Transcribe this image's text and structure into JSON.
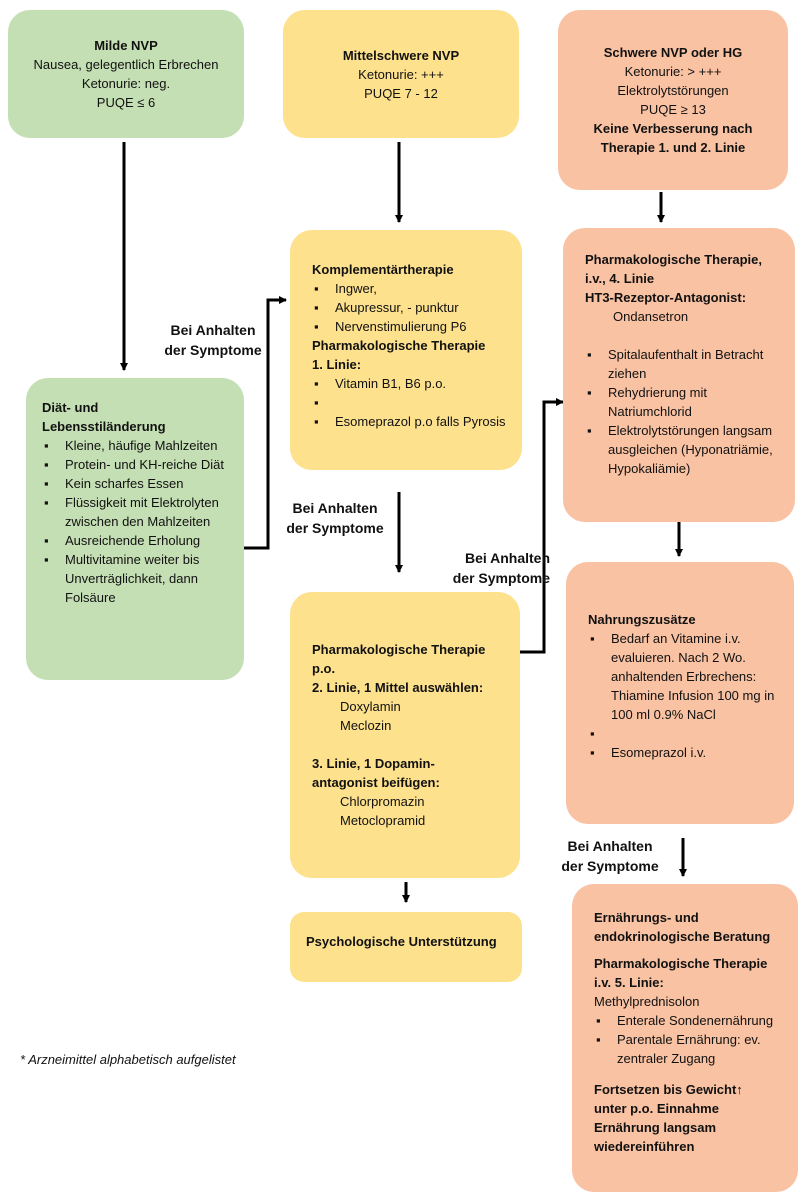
{
  "mild": {
    "title": "Milde NVP",
    "lines": [
      "Nausea, gelegentlich Erbrechen",
      "Ketonurie: neg.",
      "PUQE ≤ 6"
    ]
  },
  "moderate": {
    "title": "Mittelschwere NVP",
    "lines": [
      "Ketonurie: +++",
      "PUQE 7 - 12"
    ]
  },
  "severe": {
    "title": "Schwere NVP oder HG",
    "lines": [
      "Ketonurie: > +++",
      "Elektrolytstörungen",
      "PUQE ≥ 13"
    ],
    "bold_line1": "Keine Verbesserung nach",
    "bold_line2": "Therapie 1. und 2. Linie"
  },
  "diet": {
    "title1": "Diät- und",
    "title2": "Lebensstiländerung",
    "items": [
      "Kleine, häufige Mahlzeiten",
      "Protein- und KH-reiche Diät",
      "Kein scharfes Essen",
      "Flüssigkeit mit Elektrolyten zwischen den Mahlzeiten",
      "Ausreichende Erholung",
      "Multivitamine weiter bis Unverträglichkeit, dann Folsäure"
    ]
  },
  "complement": {
    "title": "Komplementärtherapie",
    "items": [
      "Ingwer,",
      "Akupressur, - punktur",
      "Nervenstimulierung P6"
    ],
    "pharma_title1": "Pharmakologische Therapie",
    "pharma_title2": "1. Linie:",
    "pharma_items": [
      "Vitamin B1, B6 p.o.",
      "Esomeprazol p.o falls Pyrosis"
    ]
  },
  "pharma_po": {
    "title1": "Pharmakologische Therapie",
    "title2": "p.o.",
    "line2_title": "2. Linie, 1 Mittel auswählen:",
    "line2_items": [
      "Doxylamin",
      "Meclozin"
    ],
    "line3_title1": "3. Linie, 1 Dopamin-",
    "line3_title2": "antagonist beifügen:",
    "line3_items": [
      "Chlorpromazin",
      "Metoclopramid"
    ]
  },
  "psych": {
    "label": "Psychologische Unterstützung"
  },
  "iv4": {
    "title1": "Pharmakologische Therapie,",
    "title2": "i.v., 4. Linie",
    "title3": "HT3-Rezeptor-Antagonist:",
    "drug": "Ondansetron",
    "items": [
      "Spitalaufenthalt in Betracht ziehen",
      "Rehydrierung mit Natriumchlorid",
      "Elektrolytstörungen langsam ausgleichen (Hyponatriämie, Hypokaliämie)"
    ]
  },
  "supplements": {
    "title": "Nahrungszusätze",
    "items": [
      "Bedarf an Vitamine i.v. evaluieren. Nach 2 Wo. anhaltenden Erbrechens: Thiamine Infusion 100 mg in 100 ml 0.9% NaCl",
      "Esomeprazol i.v."
    ]
  },
  "nutrition": {
    "title1": "Ernährungs- und",
    "title2": "endokrinologische Beratung",
    "pharma1": "Pharmakologische Therapie",
    "pharma2": "i.v. 5. Linie:",
    "drug": "Methylprednisolon",
    "items": [
      "Enterale Sondenernährung",
      "Parentale Ernährung: ev. zentraler Zugang"
    ],
    "final1": "Fortsetzen bis Gewicht↑",
    "final2": "unter p.o. Einnahme",
    "final3": "Ernährung langsam",
    "final4": "wiedereinführen"
  },
  "labels": {
    "persist_a1": "Bei Anhalten",
    "persist_a2": "der Symptome",
    "persist_b1": "Bei Anhalten",
    "persist_b2": "der Symptome",
    "persist_c1": "Bei Anhalten",
    "persist_c2": "der Symptome",
    "persist_d1": "Bei Anhalten",
    "persist_d2": "der Symptome"
  },
  "footnote": "* Arzneimittel alphabetisch aufgelistet",
  "colors": {
    "green": "#c5dfb4",
    "yellow": "#fde18d",
    "orange": "#f9c2a3",
    "arrow": "#000000"
  }
}
